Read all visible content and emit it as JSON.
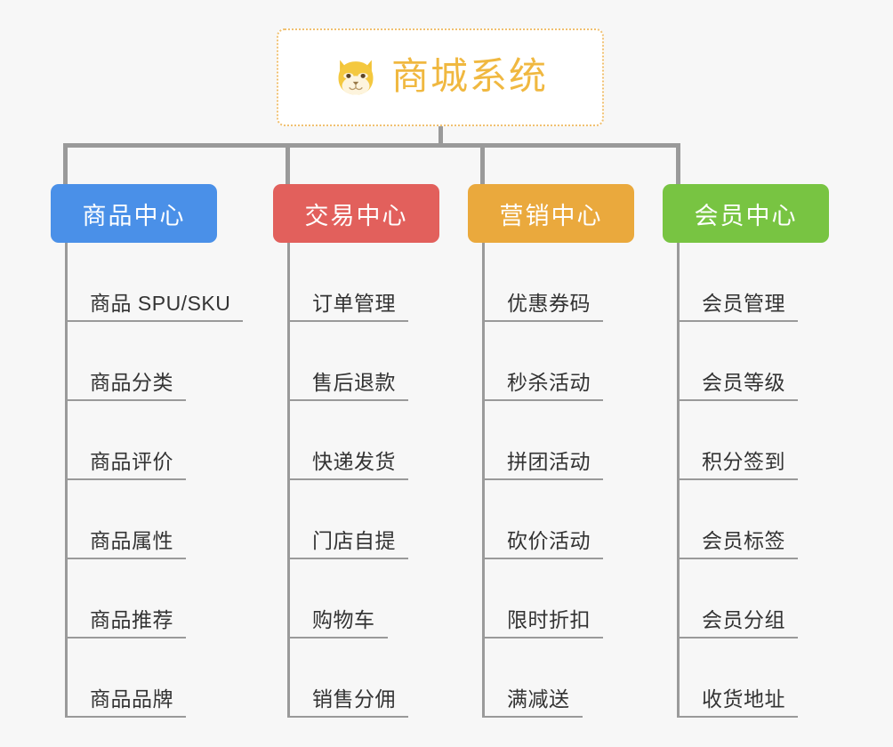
{
  "page": {
    "background_color": "#f7f7f7",
    "line_color": "#9a9a9a",
    "leaf_text_color": "#333333"
  },
  "root": {
    "title": "商城系统",
    "icon": "shiba-dog-face-icon",
    "text_color": "#f0b840",
    "border_color": "#f0c070",
    "fill_color": "#ffffff"
  },
  "columns": [
    {
      "title": "商品中心",
      "color": "#4a90e8",
      "items": [
        {
          "label": "商品 SPU/SKU"
        },
        {
          "label": "商品分类"
        },
        {
          "label": "商品评价"
        },
        {
          "label": "商品属性"
        },
        {
          "label": "商品推荐"
        },
        {
          "label": "商品品牌"
        }
      ]
    },
    {
      "title": "交易中心",
      "color": "#e2605c",
      "items": [
        {
          "label": "订单管理"
        },
        {
          "label": "售后退款"
        },
        {
          "label": "快递发货"
        },
        {
          "label": "门店自提"
        },
        {
          "label": "购物车"
        },
        {
          "label": "销售分佣"
        }
      ]
    },
    {
      "title": "营销中心",
      "color": "#eaa93d",
      "items": [
        {
          "label": "优惠券码"
        },
        {
          "label": "秒杀活动"
        },
        {
          "label": "拼团活动"
        },
        {
          "label": "砍价活动"
        },
        {
          "label": "限时折扣"
        },
        {
          "label": "满减送"
        }
      ]
    },
    {
      "title": "会员中心",
      "color": "#78c442",
      "items": [
        {
          "label": "会员管理"
        },
        {
          "label": "会员等级"
        },
        {
          "label": "积分签到"
        },
        {
          "label": "会员标签"
        },
        {
          "label": "会员分组"
        },
        {
          "label": "收货地址"
        }
      ]
    }
  ]
}
